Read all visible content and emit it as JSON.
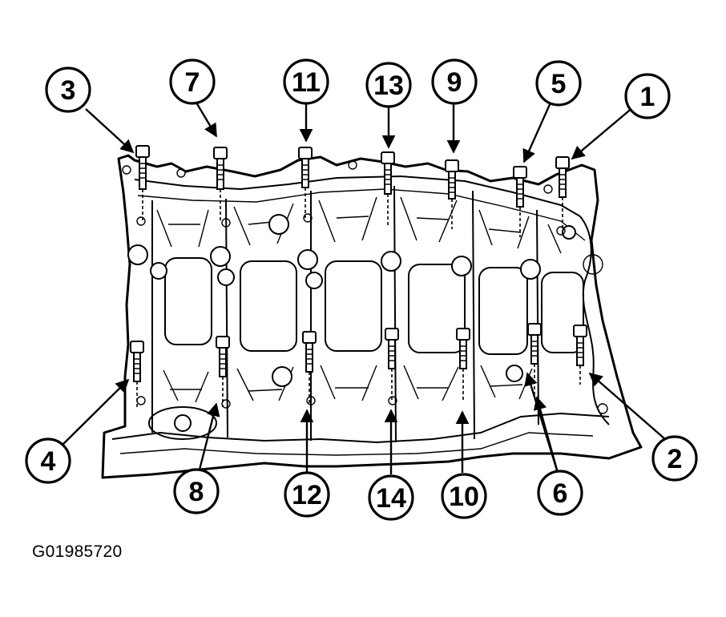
{
  "figure": {
    "id_label": "G01985720"
  },
  "callouts": {
    "c1": "1",
    "c2": "2",
    "c3": "3",
    "c4": "4",
    "c5": "5",
    "c6": "6",
    "c7": "7",
    "c8": "8",
    "c9": "9",
    "c10": "10",
    "c11": "11",
    "c12": "12",
    "c13": "13",
    "c14": "14"
  }
}
